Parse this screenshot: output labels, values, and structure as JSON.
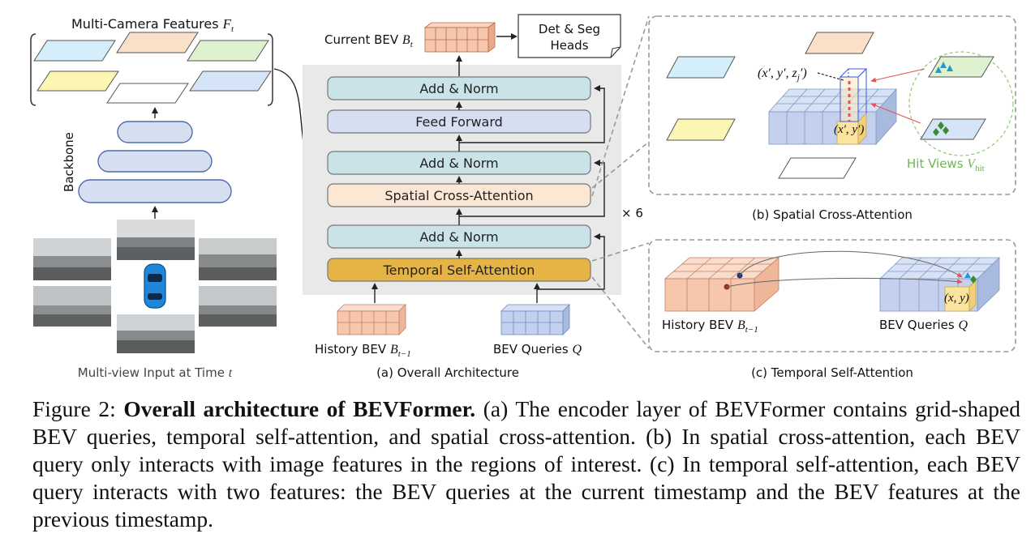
{
  "figure_label": "Figure 2:",
  "caption_title": "Overall architecture of BEVFormer.",
  "caption_body": "(a) The encoder layer of BEVFormer contains grid-shaped BEV queries, temporal self-attention, and spatial cross-attention. (b) In spatial cross-attention, each BEV query only interacts with image features in the regions of interest. (c) In temporal self-attention, each BEV query interacts with two features: the BEV queries at the current timestamp and the BEV features at the previous timestamp.",
  "left": {
    "features_title": "Multi-Camera Features",
    "features_symbol": "F",
    "features_sub": "t",
    "backbone_label": "Backbone",
    "input_label": "Multi-view Input at Time",
    "input_symbol": "t"
  },
  "middle": {
    "current_bev_label": "Current BEV",
    "current_bev_symbol": "B",
    "current_bev_sub": "t",
    "heads_line1": "Det & Seg",
    "heads_line2": "Heads",
    "blocks": [
      "Add & Norm",
      "Feed Forward",
      "Add & Norm",
      "Spatial Cross-Attention",
      "Add & Norm",
      "Temporal Self-Attention"
    ],
    "repeat_label": "× 6",
    "history_label": "History BEV",
    "history_symbol": "B",
    "history_sub": "t−1",
    "queries_label": "BEV Queries",
    "queries_symbol": "Q",
    "caption": "(a) Overall Architecture"
  },
  "right_top": {
    "point_label": "(x′, y′, z",
    "point_label_sub": "j",
    "point_label_end": "′)",
    "cell_label": "(x′, y′)",
    "hit_views_label": "Hit Views",
    "hit_views_symbol": "V",
    "hit_views_sub": "hit",
    "caption": "(b) Spatial Cross-Attention"
  },
  "right_bottom": {
    "history_label": "History BEV",
    "history_symbol": "B",
    "history_sub": "t−1",
    "queries_label": "BEV Queries",
    "queries_symbol": "Q",
    "cell_label": "(x, y)",
    "caption": "(c) Temporal Self-Attention"
  },
  "colors": {
    "add_norm": "#c9e3e9",
    "feed_forward": "#d6dff2",
    "spatial": "#fbe7d3",
    "temporal": "#e6b445",
    "bev_blue": "#c3d1ee",
    "bev_orange": "#f7c7ad",
    "hit_green": "#72b352",
    "panel_gray": "#e9e9e9"
  }
}
